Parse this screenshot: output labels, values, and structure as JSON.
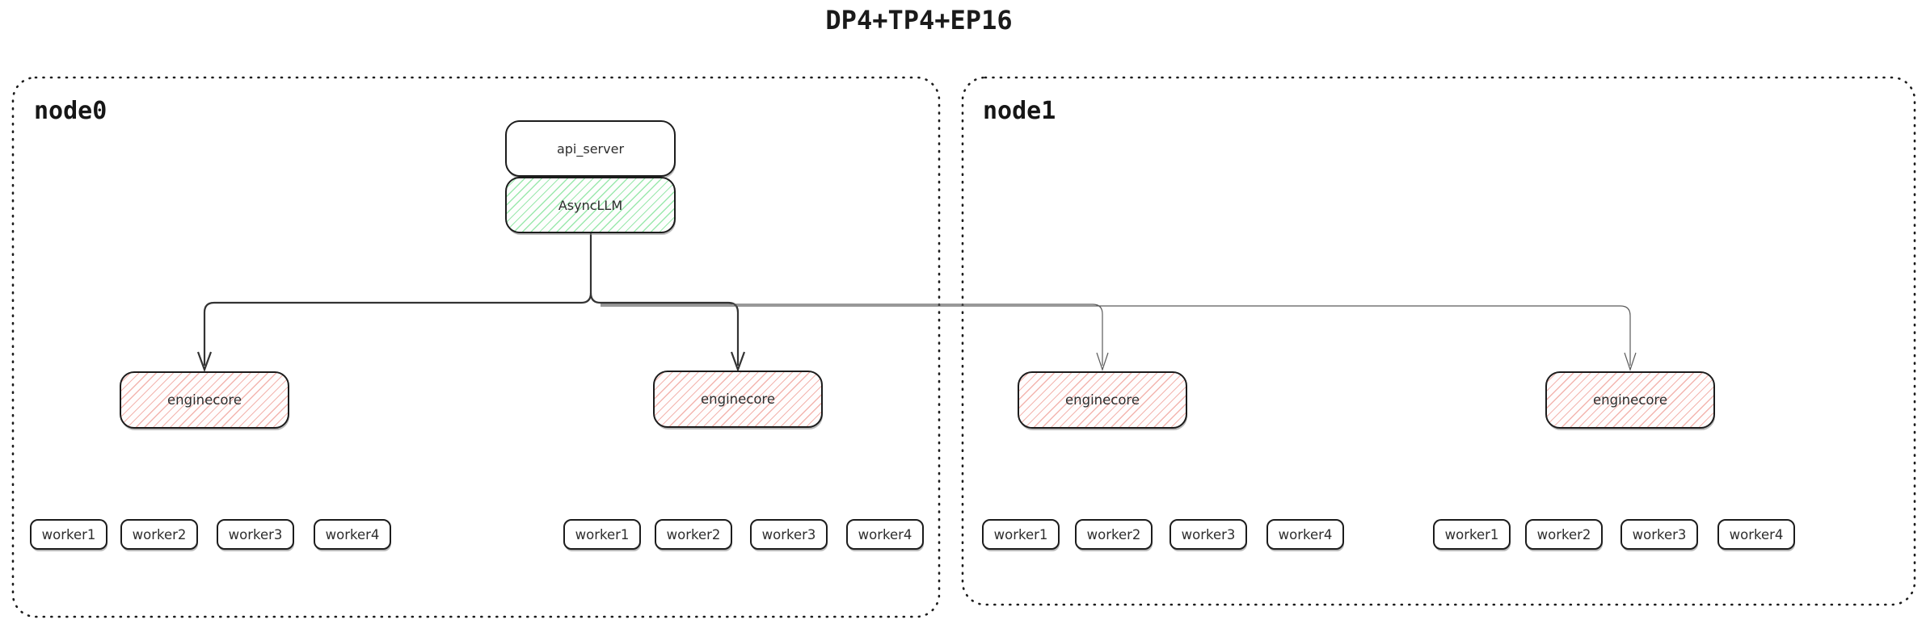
{
  "title": "DP4+TP4+EP16",
  "colors": {
    "background": "#ffffff",
    "box_border": "#1c1c1c",
    "green_hatch": "#9be8ad",
    "red_hatch": "#f3b5af",
    "primary_link": "#333333",
    "secondary_link": "#5a5a5a"
  },
  "nodes": [
    {
      "label": "node0",
      "api_server": "api_server",
      "asyncllm": "AsyncLLM",
      "enginecores": [
        {
          "label": "enginecore",
          "workers": [
            "worker1",
            "worker2",
            "worker3",
            "worker4"
          ]
        },
        {
          "label": "enginecore",
          "workers": [
            "worker1",
            "worker2",
            "worker3",
            "worker4"
          ]
        }
      ]
    },
    {
      "label": "node1",
      "enginecores": [
        {
          "label": "enginecore",
          "workers": [
            "worker1",
            "worker2",
            "worker3",
            "worker4"
          ]
        },
        {
          "label": "enginecore",
          "workers": [
            "worker1",
            "worker2",
            "worker3",
            "worker4"
          ]
        }
      ]
    }
  ],
  "links": [
    {
      "from": "AsyncLLM",
      "to": "node0 enginecore 1",
      "style": "solid-bold-arrow"
    },
    {
      "from": "AsyncLLM",
      "to": "node0 enginecore 2",
      "style": "solid-bold-arrow"
    },
    {
      "from": "AsyncLLM",
      "to": "node1 enginecore 1",
      "style": "solid-thin-arrow"
    },
    {
      "from": "AsyncLLM",
      "to": "node1 enginecore 2",
      "style": "solid-thin-arrow"
    }
  ]
}
